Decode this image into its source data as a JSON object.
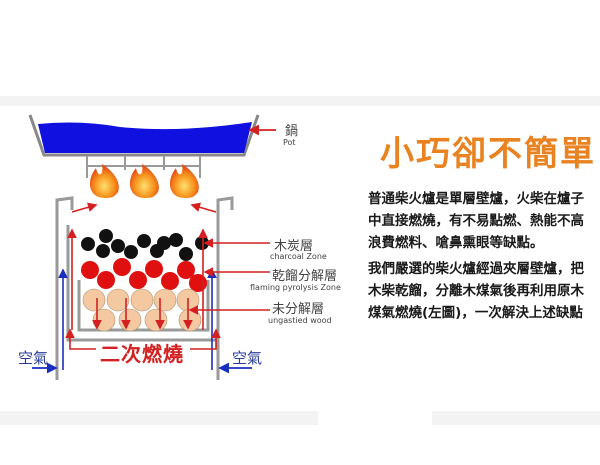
{
  "title": "小巧卻不簡單",
  "paragraphs": [
    "普通柴火爐是單層壁爐，火柴在爐子中直接燃燒，有不易點燃、熱能不高浪費燃料、嗆鼻熏眼等缺點。",
    "我們嚴選的柴火爐經過夾層壁爐，把木柴乾餾，分離木煤氣後再利用原木煤氣燃燒(左圖)，一次解決上述缺點"
  ],
  "diagram": {
    "pot": {
      "cn": "鍋",
      "en": "Pot"
    },
    "zones": [
      {
        "cn": "木炭層",
        "en": "charcoal Zone"
      },
      {
        "cn": "乾餾分解層",
        "en": "flaming pyrolysis Zone"
      },
      {
        "cn": "未分解層",
        "en": "ungastied wood"
      }
    ],
    "air_left": "空氣",
    "air_right": "空氣",
    "secondary_combustion": "二次燃燒"
  },
  "colors": {
    "title": "#e98220",
    "water": "#1010e0",
    "charcoal": "#111111",
    "pyrolysis": "#e01010",
    "wood": "#f4c8a0",
    "flame": "#f07010",
    "arrow_red": "#d42020",
    "arrow_blue": "#1a2ec0",
    "wall": "#9a9a9a"
  }
}
